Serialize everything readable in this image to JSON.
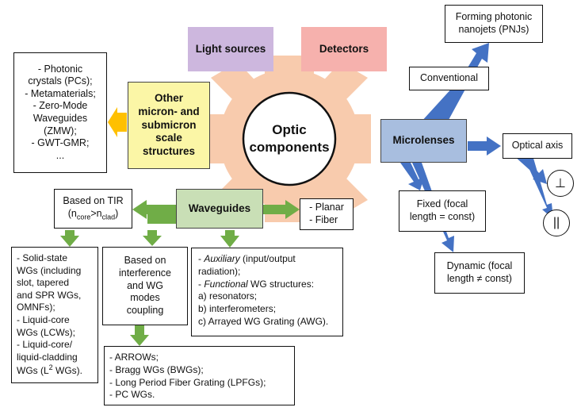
{
  "center": {
    "line1": "Optic",
    "line2": "components"
  },
  "top_boxes": {
    "light_sources": "Light sources",
    "detectors": "Detectors"
  },
  "other_structures": {
    "title_lines": [
      "Other",
      "micron- and",
      "submicron",
      "scale",
      "structures"
    ],
    "examples": [
      "- Photonic",
      "crystals (PCs);",
      "- Metamaterials;",
      "- Zero-Mode",
      "Waveguides",
      "(ZMW);",
      "- GWT-GMR;",
      "..."
    ]
  },
  "waveguides": {
    "title": "Waveguides",
    "tir": {
      "line1": "Based on TIR",
      "n_core_prefix": "(n",
      "core_sub": "core",
      "gt": ">n",
      "clad_sub": "clad",
      "close": ")"
    },
    "types": [
      "- Planar",
      "- Fiber"
    ],
    "interference": [
      "Based on",
      "interference",
      "and WG",
      "modes",
      "coupling"
    ],
    "solid_state": [
      "- Solid-state",
      "WGs (including",
      "slot, tapered",
      "and SPR WGs,",
      "OMNFs);",
      "- Liquid-core",
      "WGs (LCWs);",
      "- Liquid-core/",
      "liquid-cladding"
    ],
    "solid_state_last": {
      "prefix": "WGs (L",
      "sup": "2",
      "suffix": " WGs)."
    },
    "aux": {
      "aux_italic": "Auxiliary",
      "aux_rest": " (input/output",
      "line2": "radiation);",
      "func_italic": "Functional",
      "func_rest": " WG structures:",
      "items": [
        "a) resonators;",
        "b) interferometers;",
        "c) Arrayed WG Grating (AWG)."
      ]
    },
    "interference_types": [
      "- ARROWs;",
      "- Bragg WGs (BWGs);",
      "- Long Period Fiber Grating (LPFGs);",
      "- PC WGs."
    ]
  },
  "microlenses": {
    "title": "Microlenses",
    "conventional": "Conventional",
    "pnj": [
      "Forming photonic",
      "nanojets (PNJs)"
    ],
    "optical_axis": "Optical axis",
    "perp": "⊥",
    "parallel": "||",
    "fixed": [
      "Fixed (focal",
      "length = const)"
    ],
    "dynamic": [
      "Dynamic (focal",
      "length ≠ const)"
    ]
  },
  "colors": {
    "gear": "#f8cbad",
    "arrow_green": "#70ad47",
    "arrow_blue": "#4472c4",
    "arrow_orange": "#ffc000",
    "purple": "#cdb7de",
    "pink": "#f6b1ad",
    "yellow": "#fbf6a6",
    "green": "#c9dfb6",
    "blue": "#a8bedf"
  }
}
